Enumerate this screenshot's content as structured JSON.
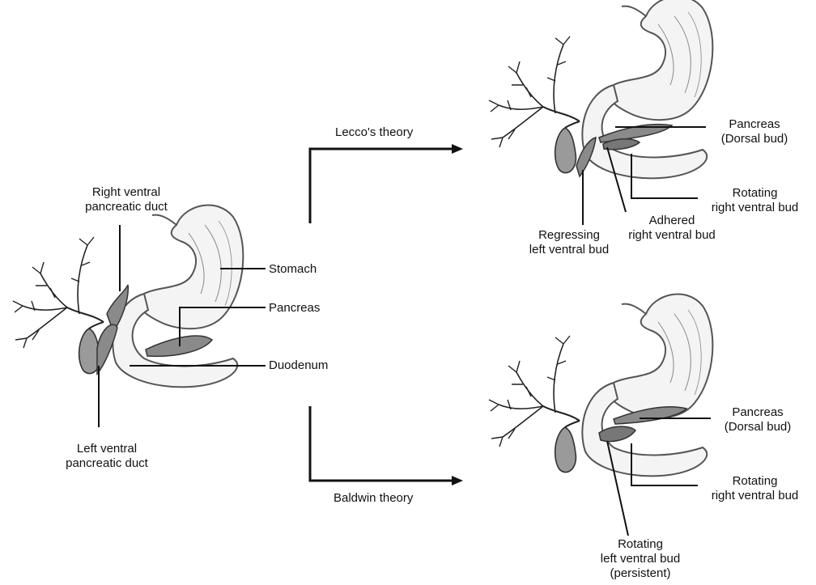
{
  "labels": {
    "right_ventral_duct": "Right ventral\npancreatic duct",
    "left_ventral_duct": "Left ventral\npancreatic duct",
    "stomach": "Stomach",
    "pancreas": "Pancreas",
    "duodenum": "Duodenum"
  },
  "theories": {
    "lecco": "Lecco's theory",
    "baldwin": "Baldwin theory"
  },
  "lecco_panel": {
    "pancreas_dorsal": "Pancreas\n(Dorsal bud)",
    "rotating_right": "Rotating\nright ventral bud",
    "adhered_right": "Adhered\nright ventral bud",
    "regressing_left": "Regressing\nleft ventral bud"
  },
  "baldwin_panel": {
    "pancreas_dorsal": "Pancreas\n(Dorsal bud)",
    "rotating_right": "Rotating\nright ventral bud",
    "rotating_left": "Rotating\nleft ventral bud\n(persistent)"
  },
  "colors": {
    "line": "#111111",
    "organ_outline": "#555555",
    "organ_fill": "#f4f4f4",
    "bud_fill": "#8a8a8a",
    "gallbladder_fill": "#9a9a9a"
  }
}
